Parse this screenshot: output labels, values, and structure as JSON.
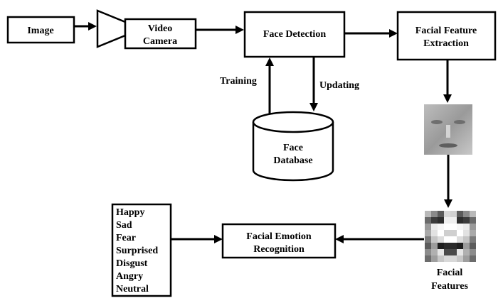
{
  "nodes": {
    "image": {
      "label": "Image"
    },
    "video_camera": {
      "lines": [
        "Video",
        "Camera"
      ]
    },
    "face_detection": {
      "label": "Face Detection"
    },
    "feature_extraction": {
      "lines": [
        "Facial Feature",
        "Extraction"
      ]
    },
    "face_database": {
      "lines": [
        "Face",
        "Database"
      ]
    },
    "emotion_recognition": {
      "lines": [
        "Facial Emotion",
        "Recognition"
      ]
    },
    "facial_features": {
      "lines": [
        "Facial",
        "Features"
      ]
    },
    "emotions": {
      "items": [
        "Happy",
        "Sad",
        "Fear",
        "Surprised",
        "Disgust",
        "Angry",
        "Neutral"
      ]
    }
  },
  "edges": {
    "training": "Training",
    "updating": "Updating"
  }
}
